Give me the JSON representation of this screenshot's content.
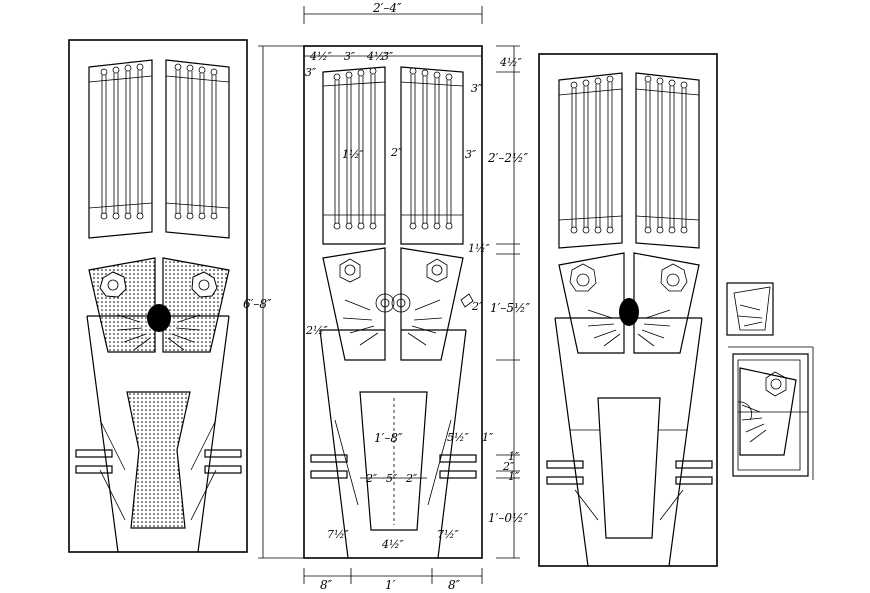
{
  "dimensions": {
    "top_width": "2′–4″",
    "overall_height": "6′–8″",
    "top_rail_a": "4½″",
    "top_rail_b": "3″",
    "top_rail_c": "4½″",
    "top_rail_d": "3″",
    "top_left_small": "3″",
    "top_right_small": "4½″",
    "upper_panel_gap": "3″",
    "upper_panel_height": "2′–2½″",
    "upper_mid_a": "1½″",
    "upper_mid_b": "2″",
    "upper_mid_c": "3″",
    "mid_rail": "1½″",
    "middle_panel_height": "1′–5½″",
    "middle_side_right": "2″",
    "middle_side_left": "2½″",
    "lower_panel_height": "1′–8″",
    "lower_top_a": "5½″",
    "lower_top_b": "1″",
    "lower_mid_a": "2″",
    "lower_mid_b": "5″",
    "lower_mid_c": "2″",
    "handle_a": "1″",
    "handle_b": "2″",
    "handle_c": "1″",
    "bottom_height": "1′–0½″",
    "bottom_left": "7½″",
    "bottom_mid": "4½″",
    "bottom_right": "7½″",
    "base_left": "8″",
    "base_mid": "1′",
    "base_right": "8″"
  }
}
